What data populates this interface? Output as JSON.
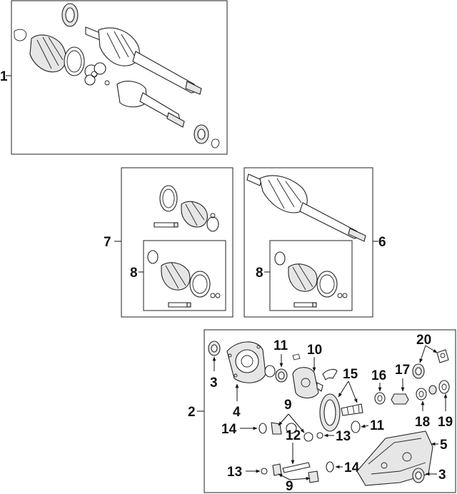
{
  "callouts": {
    "c1": "1",
    "c2": "2",
    "c3a": "3",
    "c3b": "3",
    "c4": "4",
    "c5": "5",
    "c6": "6",
    "c7": "7",
    "c8a": "8",
    "c8b": "8",
    "c9a": "9",
    "c9b": "9",
    "c10": "10",
    "c11a": "11",
    "c11b": "11",
    "c12": "12",
    "c13a": "13",
    "c13b": "13",
    "c14a": "14",
    "c14b": "14",
    "c15": "15",
    "c16": "16",
    "c17": "17",
    "c18": "18",
    "c19": "19",
    "c20": "20"
  }
}
